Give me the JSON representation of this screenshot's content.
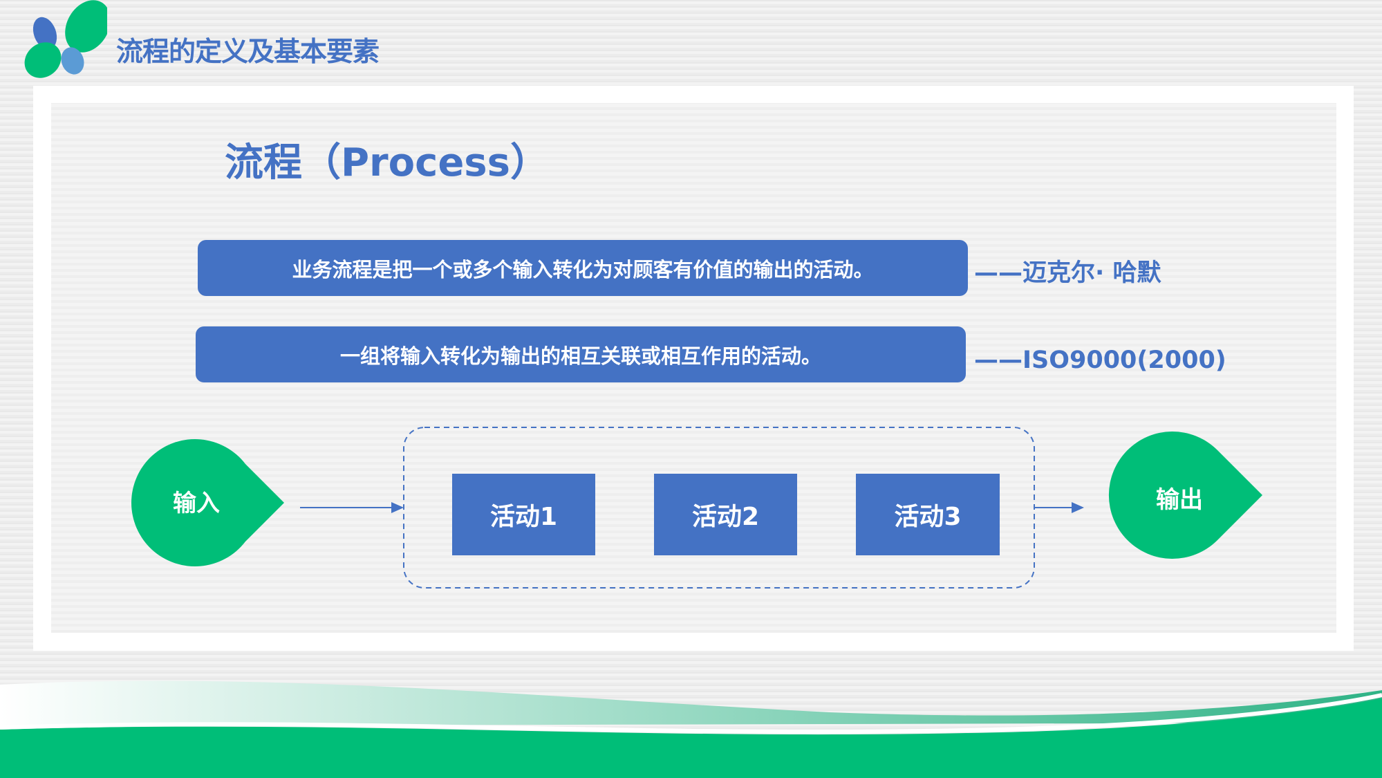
{
  "header": {
    "title": "流程的定义及基本要素"
  },
  "main": {
    "title": "流程（Process）",
    "definitions": [
      {
        "text": "业务流程是把一个或多个输入转化为对顾客有价值的输出的活动。",
        "source": "——迈克尔· 哈默"
      },
      {
        "text": "一组将输入转化为输出的相互关联或相互作用的活动。",
        "source": "——ISO9000(2000)"
      }
    ],
    "flow": {
      "input": "输入",
      "activities": [
        "活动1",
        "活动2",
        "活动3"
      ],
      "output": "输出"
    }
  },
  "colors": {
    "blue": "#4472c4",
    "green": "#00be78"
  }
}
